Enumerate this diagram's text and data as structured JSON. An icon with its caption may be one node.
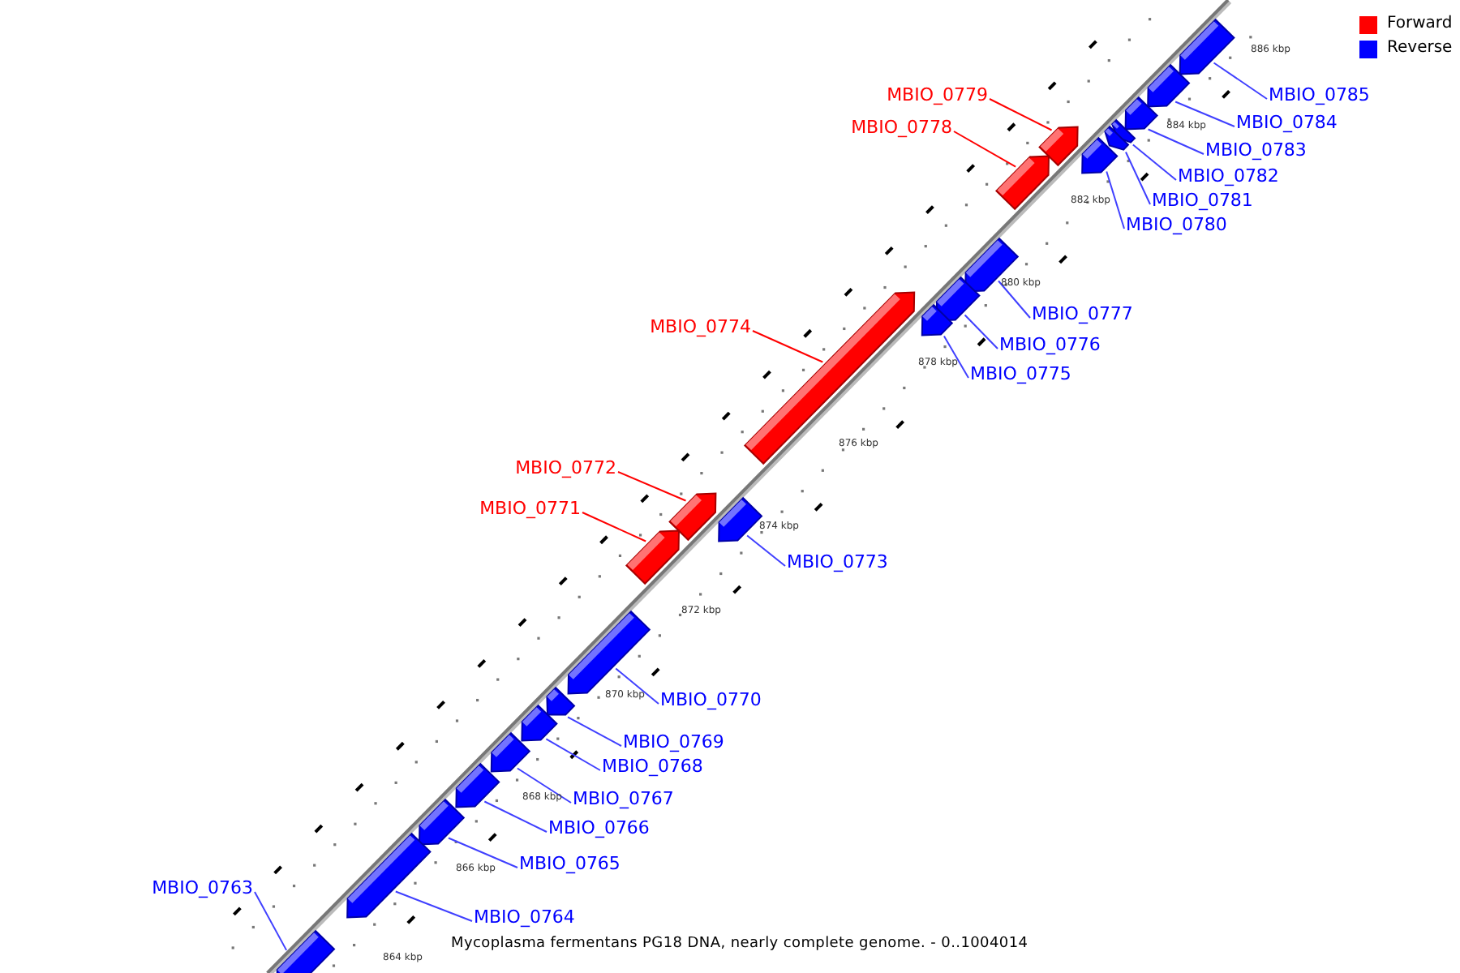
{
  "diagram": {
    "caption": "Mycoplasma fermentans PG18 DNA, nearly complete genome. - 0..1004014",
    "nodes": [
      {
        "text": [
          "MBIO_0779"
        ]
      },
      {
        "text": [
          "MBIO_0785"
        ]
      },
      {
        "text": [
          "MBIO_0784"
        ]
      },
      {
        "text": [
          "MBIO_0778"
        ]
      },
      {
        "text": [
          "MBIO_0783"
        ]
      },
      {
        "text": [
          "MBIO_0782"
        ]
      },
      {
        "text": [
          "MBIO_0781"
        ]
      },
      {
        "text": [
          "MBIO_0780"
        ]
      },
      {
        "text": [
          "MBIO_0777"
        ]
      },
      {
        "text": [
          "MBIO_0774"
        ]
      },
      {
        "text": [
          "MBIO_0776"
        ]
      },
      {
        "text": [
          "MBIO_0775"
        ]
      },
      {
        "text": [
          "MBIO_0772"
        ]
      },
      {
        "text": [
          "MBIO_0771"
        ]
      },
      {
        "text": [
          "MBIO_0773"
        ]
      },
      {
        "text": [
          "MBIO_0770"
        ]
      },
      {
        "text": [
          "MBIO_0769"
        ]
      },
      {
        "text": [
          "MBIO_0768"
        ]
      },
      {
        "text": [
          "MBIO_0767"
        ]
      },
      {
        "text": [
          "MBIO_0766"
        ]
      },
      {
        "text": [
          "MBIO_0765"
        ]
      },
      {
        "text": [
          "MBIO_0763"
        ]
      },
      {
        "text": [
          "MBIO_0764"
        ]
      },
      {
        "text": [],
        "shape": "arrow"
      },
      {
        "text": [],
        "shape": "arrow"
      },
      {
        "text": [],
        "shape": "arrow"
      },
      {
        "text": [],
        "shape": "arrow"
      },
      {
        "text": [],
        "shape": "arrow"
      },
      {
        "text": [],
        "shape": "arrow"
      },
      {
        "text": [],
        "shape": "arrow"
      },
      {
        "text": [],
        "shape": "arrow"
      },
      {
        "text": [],
        "shape": "arrow"
      },
      {
        "text": [],
        "shape": "arrow"
      },
      {
        "text": [],
        "shape": "arrow"
      },
      {
        "text": [],
        "shape": "arrow"
      },
      {
        "text": [],
        "shape": "arrow"
      },
      {
        "text": [],
        "shape": "arrow"
      },
      {
        "text": [],
        "shape": "arrow"
      },
      {
        "text": [],
        "shape": "arrow"
      },
      {
        "text": [],
        "shape": "arrow"
      },
      {
        "text": [],
        "shape": "arrow"
      },
      {
        "text": [],
        "shape": "arrow"
      },
      {
        "text": [],
        "shape": "arrow"
      },
      {
        "text": [],
        "shape": "arrow"
      },
      {
        "text": [],
        "shape": "arrow"
      },
      {
        "text": [],
        "shape": "arrow"
      }
    ],
    "edges": [
      {
        "from": 0,
        "to": 29,
        "arrow": "none",
        "color": "#ff0000"
      },
      {
        "from": 1,
        "to": 23,
        "arrow": "none"
      },
      {
        "from": 2,
        "to": 24,
        "arrow": "none"
      },
      {
        "from": 3,
        "to": 30,
        "arrow": "none",
        "color": "#ff0000"
      },
      {
        "from": 4,
        "to": 25,
        "arrow": "none"
      },
      {
        "from": 5,
        "to": 26,
        "arrow": "none"
      },
      {
        "from": 6,
        "to": 27,
        "arrow": "none"
      },
      {
        "from": 7,
        "to": 28,
        "arrow": "none"
      },
      {
        "from": 8,
        "to": 31,
        "arrow": "none"
      },
      {
        "from": 9,
        "to": 34,
        "arrow": "none",
        "color": "#ff0000"
      },
      {
        "from": 10,
        "to": 32,
        "arrow": "none"
      },
      {
        "from": 11,
        "to": 33,
        "arrow": "none"
      },
      {
        "from": 12,
        "to": 36,
        "arrow": "none",
        "color": "#ff0000"
      },
      {
        "from": 13,
        "to": 37,
        "arrow": "none",
        "color": "#ff0000"
      },
      {
        "from": 14,
        "to": 35,
        "arrow": "none"
      },
      {
        "from": 15,
        "to": 38,
        "arrow": "none"
      },
      {
        "from": 16,
        "to": 39,
        "arrow": "none"
      },
      {
        "from": 17,
        "to": 40,
        "arrow": "none"
      },
      {
        "from": 18,
        "to": 41,
        "arrow": "none"
      },
      {
        "from": 19,
        "to": 42,
        "arrow": "none"
      },
      {
        "from": 20,
        "to": 43,
        "arrow": "none"
      },
      {
        "from": 21,
        "to": 45,
        "arrow": "none"
      },
      {
        "from": 22,
        "to": 44,
        "arrow": "none"
      }
    ],
    "labels": [
      "886 kbp",
      "884 kbp",
      "882 kbp",
      "880 kbp",
      "878 kbp",
      "876 kbp",
      "874 kbp",
      "872 kbp",
      "870 kbp",
      "868 kbp",
      "866 kbp",
      "864 kbp"
    ],
    "legend": [
      {
        "text": "Forward",
        "color": "#ff0000"
      },
      {
        "text": "Reverse",
        "color": "#0000ff"
      }
    ]
  }
}
